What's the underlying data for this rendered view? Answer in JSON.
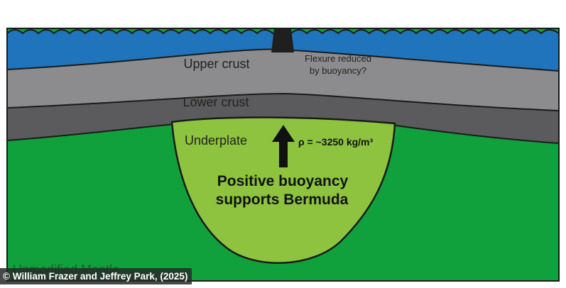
{
  "diagram": {
    "labels": {
      "upper_crust": "Upper crust",
      "lower_crust": "Lower crust",
      "underplate": "Underplate",
      "flexure_line1": "Flexure reduced",
      "flexure_line2": "by buoyancy?",
      "density": "ρ = ~3250 kg/m³",
      "buoyancy_line1": "Positive buoyancy",
      "buoyancy_line2": "supports Bermuda",
      "mantle": "Unmodified Mantle"
    },
    "colors": {
      "ocean": "#1f74bc",
      "upper_crust": "#8c8c8e",
      "lower_crust": "#5b5b5d",
      "mantle": "#10a03c",
      "underplate": "#8dc33f",
      "island": "#1f1f1f",
      "outline": "#1a1a1a"
    }
  },
  "credit": {
    "text": "© William Frazer and Jeffrey Park, (2025)"
  }
}
